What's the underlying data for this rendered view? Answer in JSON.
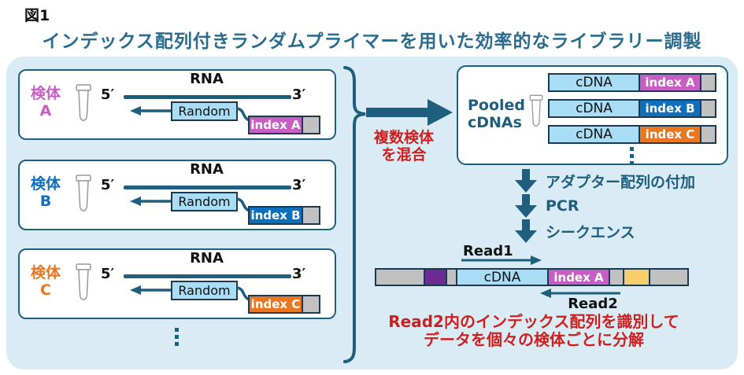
{
  "figure": {
    "tag": "図1",
    "title": "インデックス配列付きランダムプライマーを用いた効率的なライブラリー調製"
  },
  "colors": {
    "background": "#d9ebf5",
    "panel_border_teal": "#1e617f",
    "accent_teal": "#1e5f80",
    "title_teal": "#2a6c8e",
    "highlight_red": "#ce1f1f",
    "index_a": "#c75ec4",
    "index_b": "#0e6fbc",
    "index_c": "#e87722",
    "cdna_blue": "#a9ddf6",
    "spacer_gray": "#c1c1c1",
    "adapter_purple": "#6b2c91",
    "adapter_yellow": "#f8ce6d"
  },
  "samples": [
    {
      "name": "検体",
      "id": "A",
      "color": "#c75ec4",
      "rna": "RNA",
      "five_prime": "5′",
      "three_prime": "3′",
      "primer": "Random",
      "index": "index A"
    },
    {
      "name": "検体",
      "id": "B",
      "color": "#0e6fbc",
      "rna": "RNA",
      "five_prime": "5′",
      "three_prime": "3′",
      "primer": "Random",
      "index": "index B"
    },
    {
      "name": "検体",
      "id": "C",
      "color": "#e87722",
      "rna": "RNA",
      "five_prime": "5′",
      "three_prime": "3′",
      "primer": "Random",
      "index": "index C"
    }
  ],
  "mix_arrow": {
    "line1": "複数検体",
    "line2": "を混合"
  },
  "pooled": {
    "title1": "Pooled",
    "title2": "cDNAs",
    "bars": [
      {
        "cdna": "cDNA",
        "index": "index A"
      },
      {
        "cdna": "cDNA",
        "index": "index B"
      },
      {
        "cdna": "cDNA",
        "index": "index C"
      }
    ]
  },
  "steps": [
    "アダプター配列の付加",
    "PCR",
    "シークエンス"
  ],
  "construct": {
    "read1": "Read1",
    "read2": "Read2",
    "cdna": "cDNA",
    "index": "index A"
  },
  "caption": {
    "line1": "Read2内のインデックス配列を識別して",
    "line2": "データを個々の検体ごとに分解"
  }
}
